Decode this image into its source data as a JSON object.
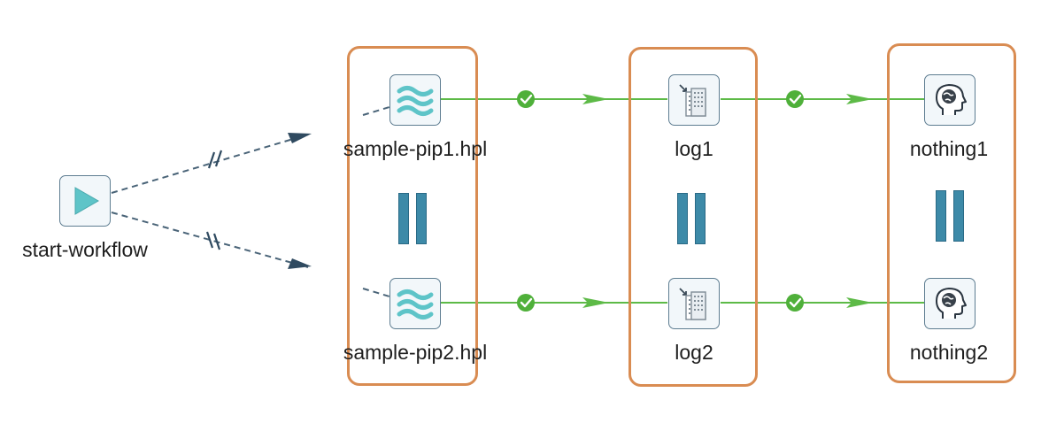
{
  "nodes": {
    "start": {
      "label": "start-workflow",
      "icon": "play-icon"
    },
    "pip1": {
      "label": "sample-pip1.hpl",
      "icon": "pipeline-waves-icon"
    },
    "pip2": {
      "label": "sample-pip2.hpl",
      "icon": "pipeline-waves-icon"
    },
    "log1": {
      "label": "log1",
      "icon": "write-to-log-icon"
    },
    "log2": {
      "label": "log2",
      "icon": "write-to-log-icon"
    },
    "nothing1": {
      "label": "nothing1",
      "icon": "dummy-head-icon"
    },
    "nothing2": {
      "label": "nothing2",
      "icon": "dummy-head-icon"
    }
  },
  "hops": [
    {
      "from": "start",
      "to": "pip1",
      "style": "dashed",
      "marker": "parallel-icon"
    },
    {
      "from": "start",
      "to": "pip2",
      "style": "dashed",
      "marker": "parallel-icon"
    },
    {
      "from": "pip1",
      "to": "log1",
      "style": "solid",
      "marker": "success-check-icon"
    },
    {
      "from": "log1",
      "to": "nothing1",
      "style": "solid",
      "marker": "success-check-icon"
    },
    {
      "from": "pip2",
      "to": "log2",
      "style": "solid",
      "marker": "success-check-icon"
    },
    {
      "from": "log2",
      "to": "nothing2",
      "style": "solid",
      "marker": "success-check-icon"
    }
  ],
  "groups": [
    "pipelines",
    "logs",
    "nothings"
  ],
  "colors": {
    "group_border": "#d98c52",
    "success_hop": "#5dba47",
    "dashed_hop": "#4a6478",
    "pause_bar": "#3d8aa8",
    "icon_teal": "#5ec4c8"
  }
}
